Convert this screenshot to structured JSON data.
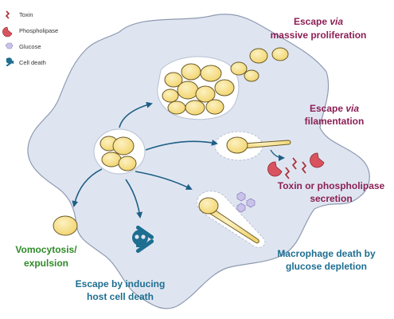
{
  "legend": {
    "items": [
      {
        "label": "Toxin",
        "icon": "toxin-icon"
      },
      {
        "label": "Phospholipase",
        "icon": "phospholipase-icon"
      },
      {
        "label": "Glucose",
        "icon": "glucose-icon"
      },
      {
        "label": "Cell death",
        "icon": "cell-death-icon"
      }
    ]
  },
  "labels": {
    "proliferation": {
      "pre": "Escape ",
      "em": "via",
      "line2": "massive proliferation"
    },
    "filamentation": {
      "pre": "Escape ",
      "em": "via",
      "line2": "filamentation"
    },
    "secretion": {
      "line1": "Toxin or phospholipase",
      "line2": "secretion"
    },
    "glucose": {
      "line1": "Macrophage death by",
      "line2": "glucose depletion"
    },
    "vomocytosis": {
      "line1": "Vomocytosis/",
      "line2": "expulsion"
    },
    "host_death": {
      "line1": "Escape by inducing",
      "line2": "host cell death"
    }
  },
  "colors": {
    "macrophage_fill": "#dfe5f0",
    "macrophage_stroke": "#8e9ab1",
    "yeast_fill": "#f7e08a",
    "yeast_stroke": "#6a5a2a",
    "arrow": "#1e5f86",
    "label_purple": "#8c1f55",
    "label_green": "#2f8a28",
    "label_blue": "#1d6e91",
    "toxin": "#a83238",
    "phospholipase": "#d9535f",
    "glucose": "#c9c3ea",
    "skull": "#1d6e91"
  }
}
